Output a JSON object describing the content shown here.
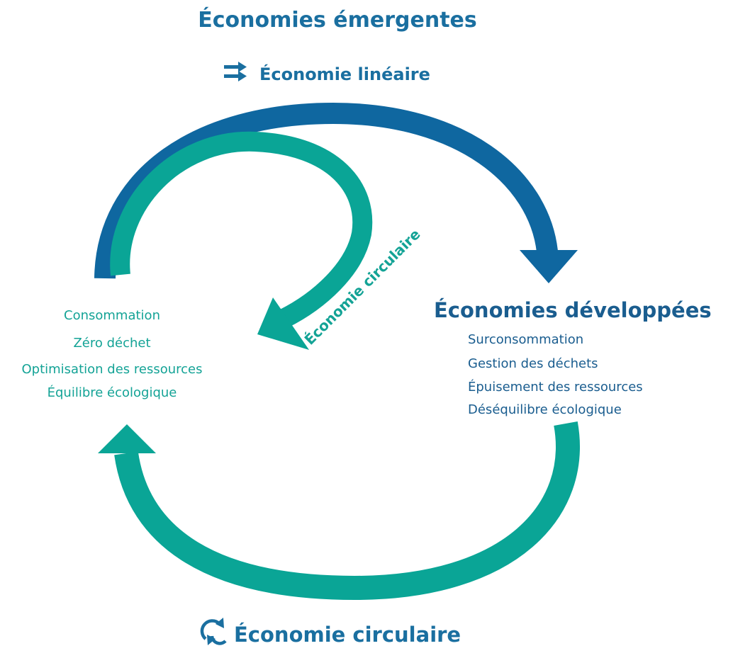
{
  "colors": {
    "blue": "#0f67a0",
    "teal": "#0aa596",
    "title_blue": "#1a6fa0",
    "text_blue": "#1a5d8f",
    "text_teal": "#14a396"
  },
  "title": "Économies émergentes",
  "linear_label": "Économie linéaire",
  "linear_icon": "arrows-right-icon",
  "emerging_items": [
    "Consommation",
    "Zéro déchet",
    "Optimisation des ressources",
    "Équilibre écologique"
  ],
  "developed_title": "Économies développées",
  "developed_items": [
    "Surconsommation",
    "Gestion des déchets",
    "Épuisement des ressources",
    "Déséquilibre écologique"
  ],
  "inner_arrow_label": "Économie circulaire",
  "bottom_label": "Économie circulaire",
  "bottom_icon": "refresh-cycle-icon"
}
